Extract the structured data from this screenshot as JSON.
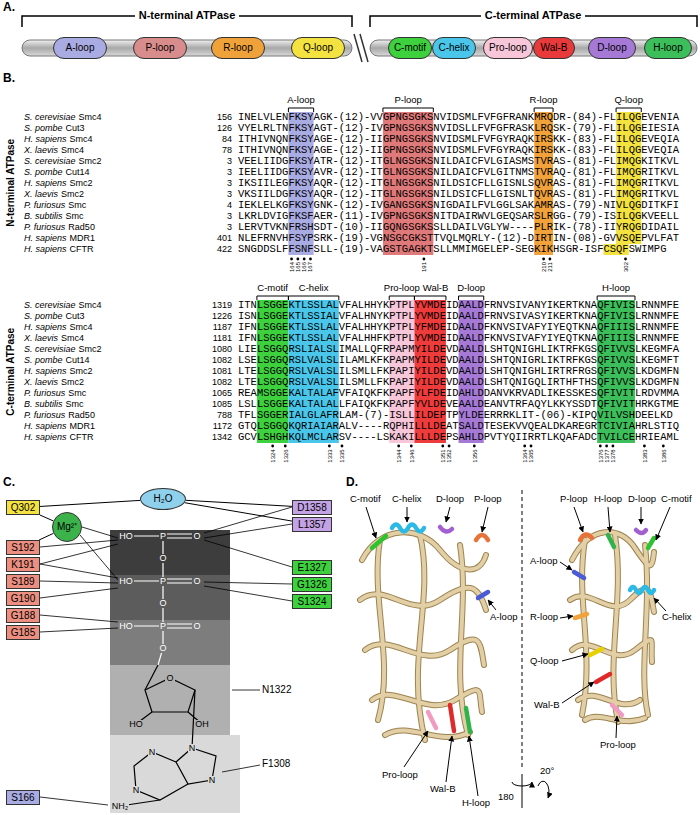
{
  "diagram": {
    "nodes": [
      {
        "text": [
          "A-loop"
        ]
      },
      {
        "text": [
          "P-loop"
        ]
      },
      {
        "text": [
          "R-loop"
        ]
      },
      {
        "text": [
          "Q-loop"
        ]
      },
      {
        "text": [
          "C-motif"
        ]
      },
      {
        "text": [
          "C-helix"
        ]
      },
      {
        "text": [
          "Pro-loop"
        ]
      },
      {
        "text": [
          "Wal-B"
        ]
      },
      {
        "text": [
          "D-loop"
        ]
      },
      {
        "text": [
          "H-loop"
        ]
      },
      {
        "text": [
          "Q302"
        ]
      },
      {
        "text": [
          "Mg²⁺"
        ]
      },
      {
        "text": [
          "H₂O"
        ]
      },
      {
        "text": [
          "D1358"
        ]
      },
      {
        "text": [
          "L1357"
        ]
      },
      {
        "text": [
          "S192"
        ]
      },
      {
        "text": [
          "K191"
        ]
      },
      {
        "text": [
          "S189"
        ]
      },
      {
        "text": [
          "G190"
        ]
      },
      {
        "text": [
          "G188"
        ]
      },
      {
        "text": [
          "G185"
        ]
      },
      {
        "text": [
          "E1327"
        ]
      },
      {
        "text": [
          "G1326"
        ]
      },
      {
        "text": [
          "S1324"
        ]
      },
      {
        "text": [
          "S166"
        ]
      }
    ],
    "edges": [
      {
        "from": 10,
        "to": 11,
        "arrow": "none"
      },
      {
        "from": 10,
        "to": 12,
        "arrow": "none"
      },
      {
        "from": 12,
        "to": 13,
        "arrow": "none"
      },
      {
        "from": 12,
        "to": 14,
        "arrow": "none"
      },
      {
        "from": 11,
        "to": 15,
        "arrow": "none"
      }
    ],
    "labels": [
      "A.",
      "N-terminal ATPase",
      "C-terminal ATPase",
      "B.",
      "N-terminal ATPase",
      "A-loop",
      "P-loop",
      "R-loop",
      "Q-loop",
      "S. cerevisiae",
      "Smc4",
      "156",
      "INELVLENFKSYAGK-(12)-VVGPNGSGKSNVIDSMLFVFGFRANKMRQDR-(84)-FLILQGEVENIA",
      "S. pombe",
      "Cut3",
      "126",
      "VYELRLTNFKSYAGT-(12)-IVGPNGSGKSNVIDSLLFVFGFRASKLRQSK-(79)-FLILQGEIESIA",
      "H. sapiens",
      "Smc4",
      "84",
      "ITHIVNQNFKSYAGE-(12)-IIGPNGSGKSNVIDSMLFVFGYRAQKIRSKK-(83)-FLILQGEVEQIA",
      "X. laevis",
      "Smc4",
      "78",
      "ITHIVNQNFKSYAGE-(12)-IIGPNGSGKSNVIDSMLFVFGYRAQKIRSKK-(83)-FLILQGEVEQIA",
      "S. cerevisiae",
      "Smc2",
      "3",
      "VEELIIDGFKSYATR-(12)-ITGLNGSGKSNILDAICFVLGIASMSTVRAS-(81)-FLIMQGKITKVL",
      "S. pombe",
      "Cut14",
      "3",
      "IEELIIDGFKSYAVR-(12)-ITGLNGSGKSNILDAICFVLGITNMSTVRAQ-(81)-FLIMQGRITKVL",
      "H. sapiens",
      "Smc2",
      "3",
      "IKSIILEGFKSYAQR-(12)-ITGLNGSGKSNILDSICFLLGISNLSQVRAS-(81)-FLIMQGRITKVL",
      "X. laevis",
      "Smc2",
      "3",
      "VKSIILDGFKSYAQR-(12)-ITGLNGSGKSNILDSICFLLGISNLTQVRAS-(81)-FLIMQGRITKVL",
      "P. furiosus",
      "Smc",
      "4",
      "IEKLELKGFKSYGNK-(12)-IVGANGSGKSNIGDAILFVLGGLSAKAMRAS-(79)-NIVLQGDITKFI",
      "B. subtilis",
      "Smc",
      "3",
      "LKRLDVIGFKSFAER-(11)-IVGPNGSGKSNITDAIRWVLGEQSARSLRGG-(79)-ISILQGKVEELL",
      "P. furiosus",
      "Rad50",
      "3",
      "LERVTVKNFRSHSDT-(10)-IIGQNGSGKSSLLDAILVGLYW----PLRIK-(78)-IIYRQGDIDAIL",
      "H. sapiens",
      "MDR1",
      "401",
      "NLEFRNVHFSYPSRK-(19)-VGNSGCGKSTTVQLMQRLY-(12)-DIRTIN-(08)-GVVSQEPVLFAT",
      "H. sapiens",
      "CFTR",
      "422",
      "SNGDDSLFFSNFSLL-(19)-VAGSTGAGKTSLLMMIMGELEP-SEGKIKHSGR-ISFCSQFSWIMPG",
      "164",
      "165",
      "166",
      "167",
      "191",
      "210",
      "211",
      "302",
      "C-terminal ATPase",
      "C-motif",
      "C-helix",
      "Pro-loop",
      "Wal-B",
      "D-loop",
      "H-loop",
      "S. cerevisiae",
      "Smc4",
      "1319",
      "ITNLSGGEKTLSSLALVFALHHYKPTPLYVMDEIDAALDFRNVSIVANYIKERTKNAQFIVISLRNNMFE",
      "S. pombe",
      "Cut3",
      "1226",
      "ISNLSGGEKTLSSIALVFALHNYKPTPLYVMDEIDAALDFRNVSIVASYIKERTKNAQFIVISLRNNMFE",
      "H. sapiens",
      "Smc4",
      "1187",
      "IFNLSGGEKTLSSLALVFALHHYKPTPLYFMDEIDAALDFKNVSIVAFYIYEQTKNAQFIIISLRNNMFE",
      "X. laevis",
      "Smc4",
      "1181",
      "IFNLSGGEKTLSSLALVFALHHFKPTPLYVMDEIDAALDFKNVSIVAFYIYEQTKNAQFIIISLRNNMFE",
      "S. cerevisiae",
      "Smc2",
      "1080",
      "LIELSGGQRSLIALSLIMALLQFRPAPMYILDEVDAALDLSHTQNIGHLIKTRFKGSQFIVVSLKEGMFA",
      "S. pombe",
      "Cut14",
      "1082",
      "LSELSGGQRSLVALSLILAMLKFKPAPMYILDEVDAALDLSHTQNIGRLIKTRFKGSQFIVVSLKEGMFT",
      "H. sapiens",
      "Smc2",
      "1081",
      "LTELSGGQRSLVALSLILSMLLFKPAPIYILDEVDAALDLSHTQNIGHLIRTRFRGSQFIVVSLKDGMFN",
      "X. laevis",
      "Smc2",
      "1082",
      "LTELSGGQRSLVALSLILSMLLFKPAPIYILDEVDAALDLSHTQNIGQLIRTHFTHSQFIVVSLKDGMFN",
      "P. furiosus",
      "Smc",
      "1065",
      "REAMSGGEKALTALAFVFAIQKFKPAPFYLFDEIDAHLDDANVKRVADLIKESSKESQFIVITLRDVMMA",
      "B. subtilis",
      "Smc",
      "1085",
      "LSLLSGGEKALTALALLFAIQKFKPAPFYVLDEVEAALDEANVTRFAQYLKKYSSDTQFIVITHRKGTME",
      "P. furiosus",
      "Rad50",
      "788",
      "TFLSGGERIALGLAFRLAM-(7)-ISLLILDEPTPYLDEERRRKLIT-(06)-KIPQVILVSHDEELKD",
      "H. sapiens",
      "MDR1",
      "1172",
      "GTQLSGGQKQRIAIARALV----RQPHILLLDEATSALDTESEKVVQEALDKAREGRTCIVIAHRLSTIQ",
      "H. sapiens",
      "CFTR",
      "1342",
      "GCVLSHGHKQLMCLARSV----LSKAKILLLDEPSAHLDPVTYQIIRRTLKQAFADCTVILCEHRIEAML",
      "1324",
      "1326",
      "1333",
      "1335",
      "1344",
      "1346",
      "1351",
      "1352",
      "1356",
      "1364",
      "1365",
      "1376",
      "1377",
      "1378",
      "1383",
      "1386",
      "C.",
      "N1322",
      "F1308",
      "HO",
      "P",
      "O",
      "O",
      "HO",
      "P",
      "O",
      "O",
      "HO",
      "P",
      "O",
      "O",
      "O",
      "HO",
      "OH",
      "N",
      "N",
      "N",
      "N",
      "NH₂",
      "D.",
      "C-motif",
      "C-helix",
      "D-loop",
      "P-loop",
      "A-loop",
      "Pro-loop",
      "Wal-B",
      "H-loop",
      "P-loop",
      "H-loop",
      "D-loop",
      "C-motif",
      "A-loop",
      "C-helix",
      "R-loop",
      "Q-loop",
      "Wal-B",
      "Pro-loop",
      "180",
      "20°"
    ]
  }
}
